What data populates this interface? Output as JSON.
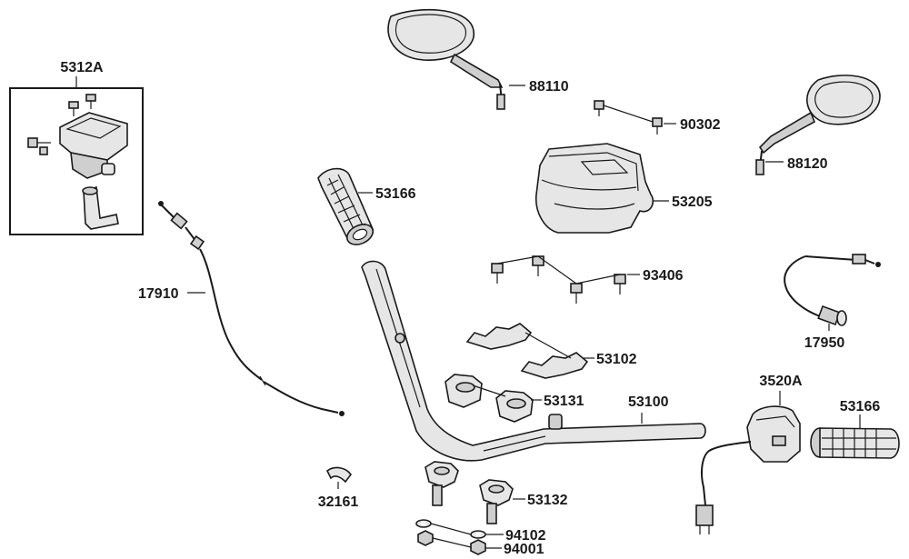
{
  "labels": {
    "p5312A": "5312A",
    "p88110": "88110",
    "p90302": "90302",
    "p88120": "88120",
    "p53166_top": "53166",
    "p53205": "53205",
    "p17910": "17910",
    "p93406": "93406",
    "p17950": "17950",
    "p53102": "53102",
    "p3520A": "3520A",
    "p53131": "53131",
    "p53100": "53100",
    "p53166_right": "53166",
    "p32161": "32161",
    "p53132": "53132",
    "p94102": "94102",
    "p94001": "94001"
  }
}
